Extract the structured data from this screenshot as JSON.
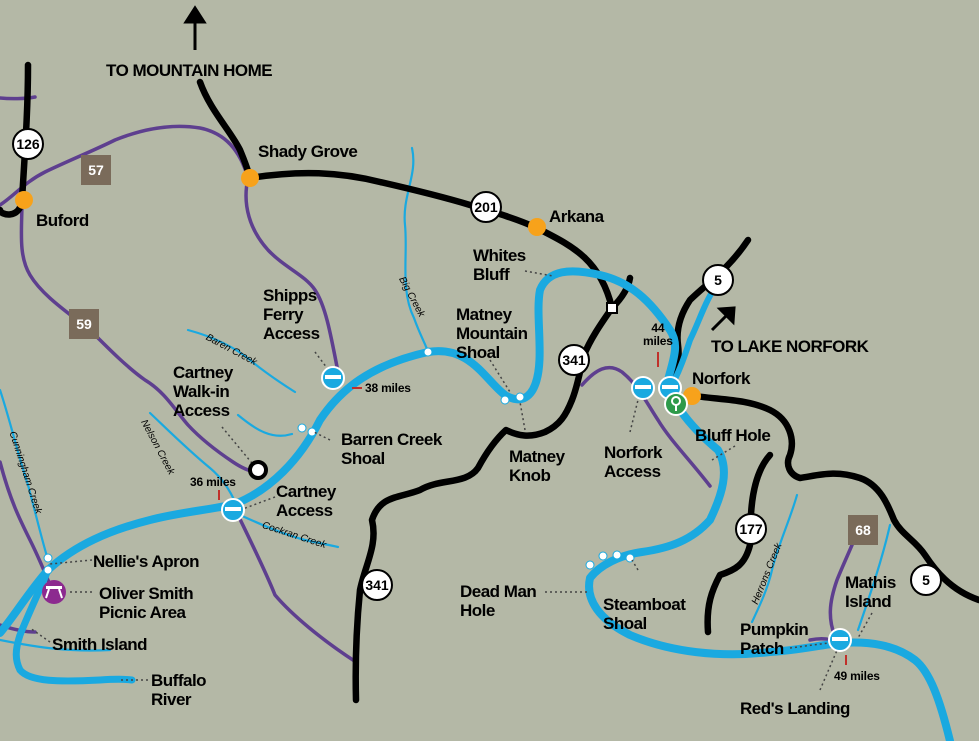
{
  "directions": {
    "mountain_home": "TO MOUNTAIN HOME",
    "lake_norfork": "TO LAKE NORFORK"
  },
  "towns": {
    "shady_grove": "Shady Grove",
    "buford": "Buford",
    "arkana": "Arkana",
    "norfork": "Norfork"
  },
  "routes": {
    "r126": "126",
    "r57": "57",
    "r201": "201",
    "r59": "59",
    "r5_north": "5",
    "r341_north": "341",
    "r341_south": "341",
    "r177": "177",
    "r68": "68",
    "r5_south": "5"
  },
  "places": {
    "shipps_ferry": "Shipps\nFerry\nAccess",
    "whites_bluff": "Whites\nBluff",
    "matney_mountain": "Matney\nMountain\nShoal",
    "cartney_walkin": "Cartney\nWalk-in\nAccess",
    "barren_creek_shoal": "Barren Creek\nShoal",
    "matney_knob": "Matney\nKnob",
    "norfork_access": "Norfork\nAccess",
    "bluff_hole": "Bluff Hole",
    "cartney_access": "Cartney\nAccess",
    "nellies_apron": "Nellie's Apron",
    "oliver_smith": "Oliver Smith\nPicnic Area",
    "smith_island": "Smith Island",
    "buffalo_river": "Buffalo\nRiver",
    "dead_man_hole": "Dead Man\nHole",
    "steamboat_shoal": "Steamboat\nShoal",
    "pumpkin_patch": "Pumpkin\nPatch",
    "mathis_island": "Mathis\nIsland",
    "reds_landing": "Red's Landing"
  },
  "mileage": {
    "m38": "38 miles",
    "m36": "36 miles",
    "m44": "44\nmiles",
    "m49": "49 miles"
  },
  "creeks": {
    "big": "Big Creek",
    "baren": "Baren Creek",
    "nelson": "Nelson Creek",
    "cunningham": "Cunningham Creek",
    "cockran": "Cockran Creek",
    "herrons": "Herrons Creek"
  },
  "colors": {
    "background": "#b4b8a6",
    "river": "#1aa9e0",
    "highway": "#000000",
    "county_road": "#5e3f8f",
    "town": "#f7a21b",
    "state_route_square": "#7a6b5a",
    "picnic": "#8c2a8f",
    "camp": "#2e9a4a"
  }
}
